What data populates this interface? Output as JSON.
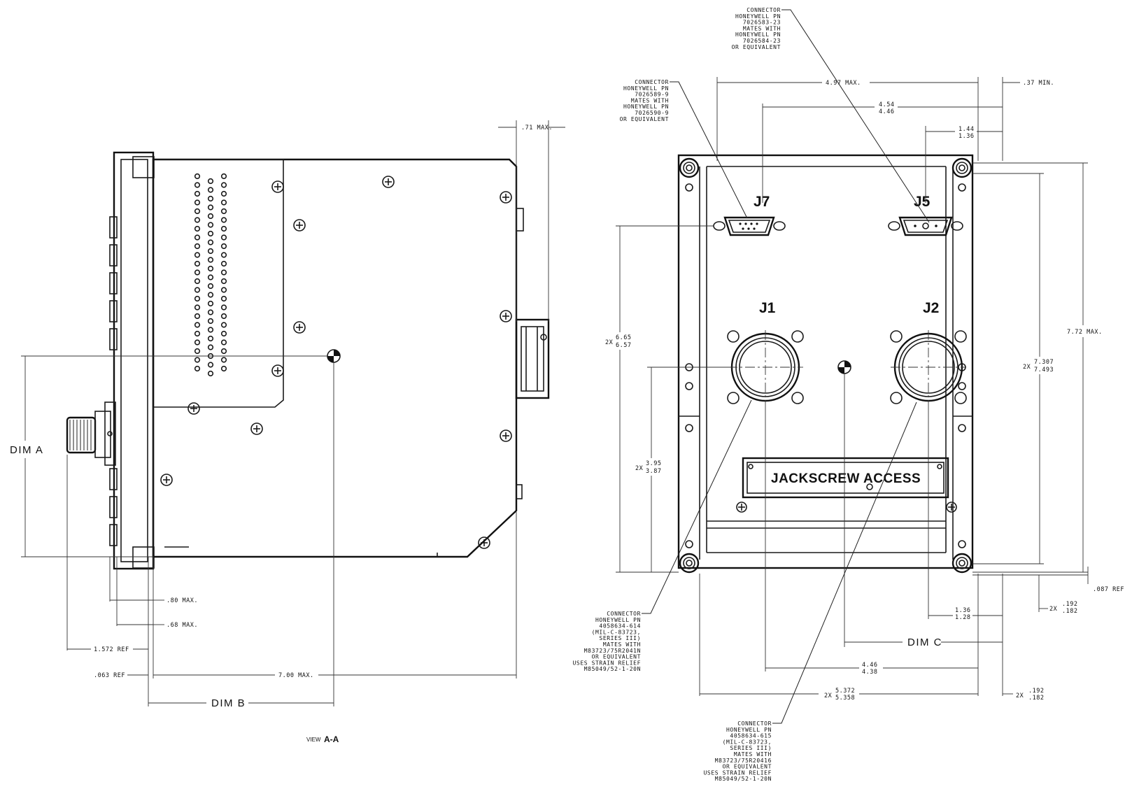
{
  "labels": {
    "j7": "J7",
    "j5": "J5",
    "j1": "J1",
    "j2": "J2",
    "jackscrew": "JACKSCREW ACCESS",
    "view_prefix": "VIEW",
    "view_id": "A-A"
  },
  "callouts": {
    "top": [
      "CONNECTOR",
      "HONEYWELL PN",
      "7026583-23",
      "MATES WITH",
      "HONEYWELL PN",
      "7026584-23",
      "OR EQUIVALENT"
    ],
    "left": [
      "CONNECTOR",
      "HONEYWELL PN",
      "7026589-9",
      "MATES WITH",
      "HONEYWELL PN",
      "7026590-9",
      "OR EQUIVALENT"
    ],
    "j1": [
      "CONNECTOR",
      "HONEYWELL PN",
      "4058634-614",
      "(MIL-C-83723,",
      "SERIES III)",
      "MATES WITH",
      "M83723/75R2041N",
      "OR EQUIVALENT",
      "USES STRAIN RELIEF",
      "M85049/52-1-20N"
    ],
    "j2": [
      "CONNECTOR",
      "HONEYWELL PN",
      "4058634-615",
      "(MIL-C-83723,",
      "SERIES III)",
      "MATES WITH",
      "M83723/75R20416",
      "OR EQUIVALENT",
      "USES STRAIN RELIEF",
      "M85049/52-1-20N"
    ]
  },
  "dimensions": {
    "side": {
      "dim_a": "DIM A",
      "dim_b": "DIM B",
      "max_71": ".71 MAX.",
      "max_80": ".80 MAX.",
      "max_68": ".68 MAX.",
      "ref_1572": "1.572 REF",
      "ref_063": ".063 REF",
      "max_700": "7.00 MAX."
    },
    "front": {
      "max_497": "4.97 MAX.",
      "min_37": ".37 MIN.",
      "d454_446": [
        "4.54",
        "4.46"
      ],
      "d144_136": [
        "1.44",
        "1.36"
      ],
      "max_772": "7.72 MAX.",
      "d7307_7493": [
        "7.307",
        "7.493"
      ],
      "d665_657": [
        "6.65",
        "6.57"
      ],
      "d395_387": [
        "3.95",
        "3.87"
      ],
      "ref_087": ".087 REF",
      "d192_182_right": [
        ".192",
        ".182"
      ],
      "d136_128": [
        "1.36",
        "1.28"
      ],
      "dim_c": "DIM C",
      "d446_438": [
        "4.46",
        "4.38"
      ],
      "d5372_5358": [
        "5.372",
        "5.358"
      ],
      "d192_182_bottom": [
        ".192",
        ".182"
      ],
      "qty_2x": "2X"
    }
  }
}
